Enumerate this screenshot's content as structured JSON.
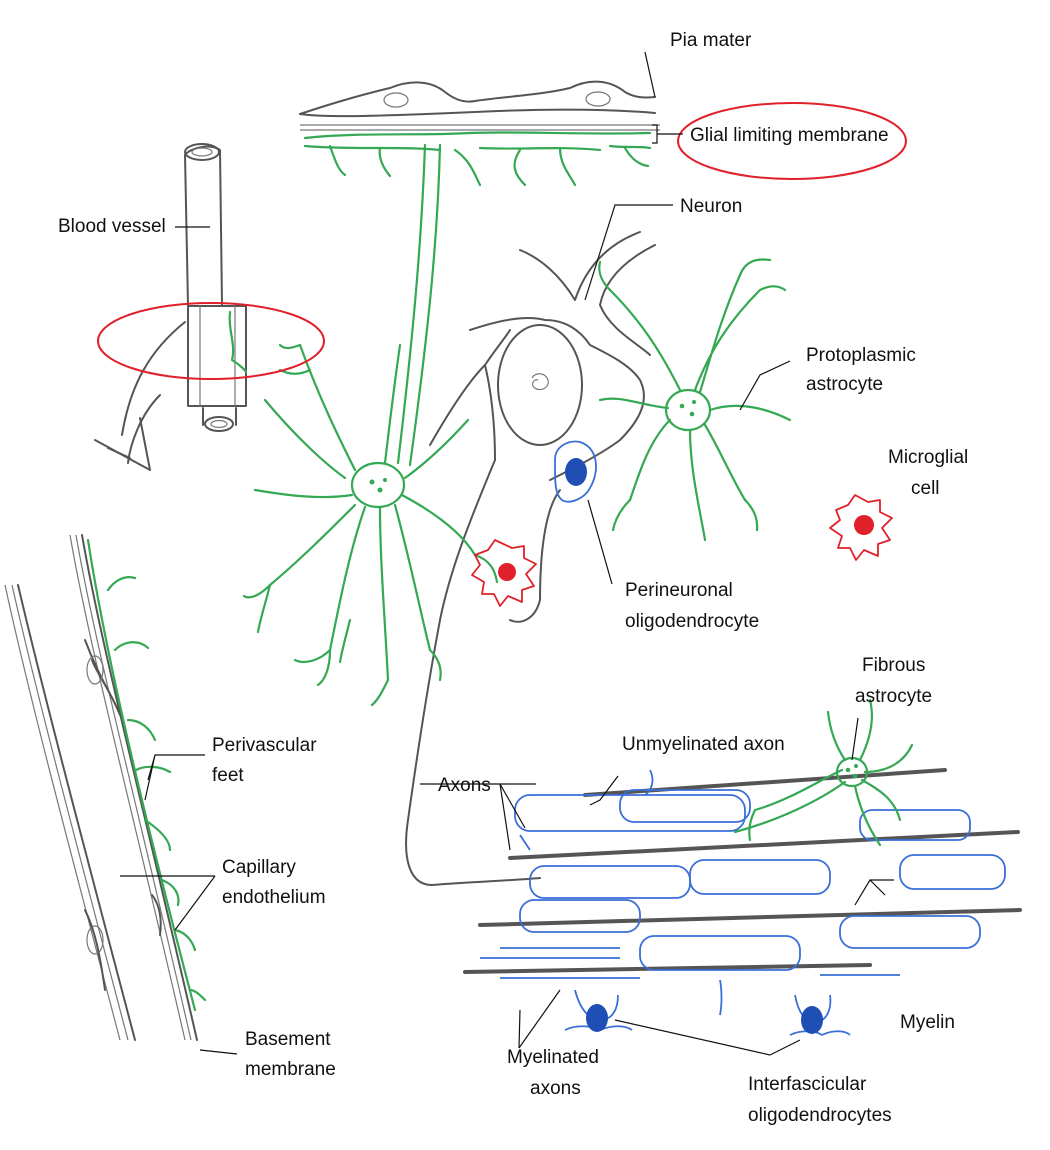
{
  "labels": {
    "pia_mater": "Pia mater",
    "glial_limiting_membrane": "Glial limiting membrane",
    "blood_vessel": "Blood vessel",
    "neuron": "Neuron",
    "protoplasmic_1": "Protoplasmic",
    "protoplasmic_2": "astrocyte",
    "microglial_1": "Microglial",
    "microglial_2": "cell",
    "perineuronal_1": "Perineuronal",
    "perineuronal_2": "oligodendrocyte",
    "fibrous_1": "Fibrous",
    "fibrous_2": "astrocyte",
    "unmyelinated_axon": "Unmyelinated axon",
    "axons": "Axons",
    "perivascular_1": "Perivascular",
    "perivascular_2": "feet",
    "capillary_1": "Capillary",
    "capillary_2": "endothelium",
    "myelin": "Myelin",
    "basement_1": "Basement",
    "basement_2": "membrane",
    "myelinated_1": "Myelinated",
    "myelinated_2": "axons",
    "interfascicular_1": "Interfascicular",
    "interfascicular_2": "oligodendrocytes"
  },
  "colors": {
    "astrocyte": "#34a853",
    "oligodendrocyte": "#3a6fd8",
    "microglia": "#e0202a",
    "highlight": "#e0202a",
    "nucleus_blue": "#1f4fb5",
    "outline": "#555555"
  }
}
